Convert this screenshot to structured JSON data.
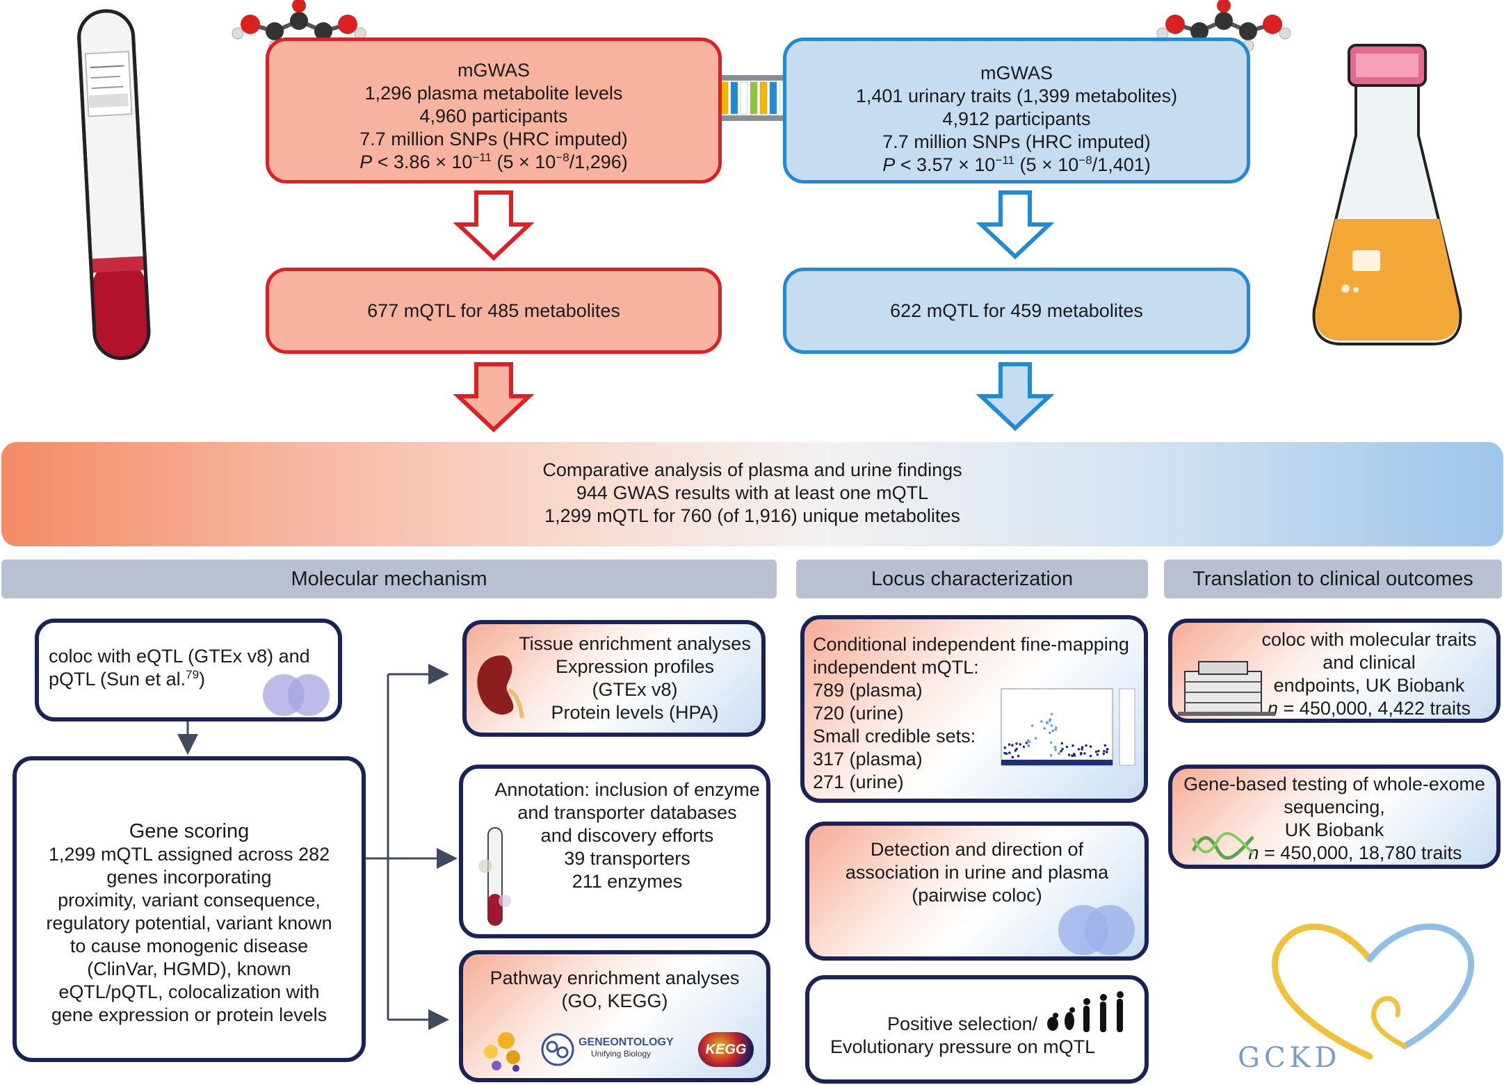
{
  "plasma_gwas": {
    "title": "mGWAS",
    "line1": "1,296 plasma metabolite levels",
    "line2": "4,960 participants",
    "line3": "7.7 million SNPs (HRC imputed)",
    "p_prefix": "P",
    "p_mid": " < 3.86 × 10",
    "p_exp": "−11",
    "p_paren1": " (5 × 10",
    "p_exp2": "−8",
    "p_paren2": "/1,296)"
  },
  "urine_gwas": {
    "title": "mGWAS",
    "line1": "1,401 urinary traits (1,399 metabolites)",
    "line2": "4,912 participants",
    "line3": "7.7 million SNPs (HRC imputed)",
    "p_prefix": "P",
    "p_mid": " < 3.57 × 10",
    "p_exp": "−11",
    "p_paren1": " (5 × 10",
    "p_exp2": "−8",
    "p_paren2": "/1,401)"
  },
  "plasma_mqtl": "677 mQTL for 485 metabolites",
  "urine_mqtl": "622 mQTL for 459 metabolites",
  "comparative": {
    "line1": "Comparative analysis of plasma and urine findings",
    "line2": "944 GWAS results with at least one mQTL",
    "line3": "1,299 mQTL for 760 (of 1,916) unique metabolites"
  },
  "headers": {
    "molecular": "Molecular mechanism",
    "locus": "Locus characterization",
    "translation": "Translation to clinical outcomes"
  },
  "coloc_box": {
    "line1": "coloc with eQTL (GTEx v8) and",
    "line2a": "pQTL (Sun et al.",
    "line2sup": "79",
    "line2b": ")"
  },
  "gene_scoring": {
    "title": "Gene scoring",
    "lines": [
      "1,299 mQTL assigned across 282",
      "genes incorporating",
      "proximity, variant consequence,",
      "regulatory potential, variant known",
      "to cause monogenic disease",
      "(ClinVar, HGMD), known",
      "eQTL/pQTL, colocalization with",
      "gene expression or protein levels"
    ]
  },
  "tissue_box": {
    "lines": [
      "Tissue enrichment analyses",
      "Expression profiles",
      "(GTEx v8)",
      "Protein levels (HPA)"
    ]
  },
  "annotation_box": {
    "lines": [
      "Annotation: inclusion of enzyme",
      "and transporter databases",
      "and discovery efforts",
      "39 transporters",
      "211 enzymes"
    ]
  },
  "pathway_box": {
    "lines": [
      "Pathway enrichment analyses",
      "(GO, KEGG)"
    ],
    "go_logo_main": "GENEONTOLOGY",
    "go_logo_sub": "Unifying Biology",
    "kegg_logo": "KEGG"
  },
  "finemap_box": {
    "lines": [
      "Conditional independent fine-mapping",
      "independent mQTL:",
      "789 (plasma)",
      "720 (urine)",
      "Small credible sets:",
      "317 (plasma)",
      "271 (urine)"
    ]
  },
  "detection_box": {
    "lines": [
      "Detection and direction of",
      "association in urine and plasma",
      "(pairwise coloc)"
    ]
  },
  "selection_box": {
    "lines": [
      "Positive selection/",
      "Evolutionary pressure on mQTL"
    ]
  },
  "clinical_box": {
    "lines": [
      "coloc with molecular traits",
      "and clinical",
      "endpoints, UK Biobank"
    ],
    "n_italic": "n",
    "n_rest": " = 450,000, 4,422 traits"
  },
  "exome_box": {
    "lines": [
      "Gene-based testing of whole-exome",
      "sequencing,",
      "UK Biobank"
    ],
    "n_italic": "n",
    "n_rest": " = 450,000, 18,780 traits"
  },
  "gckd_logo": "GCKD",
  "colors": {
    "plasma_border": "#dd1f26",
    "plasma_fill": "#f8b39e",
    "urine_border": "#1f8ad6",
    "urine_fill": "#c6dcf1",
    "navy_border": "#1b2356",
    "header_gray": "#b9c0d1"
  }
}
